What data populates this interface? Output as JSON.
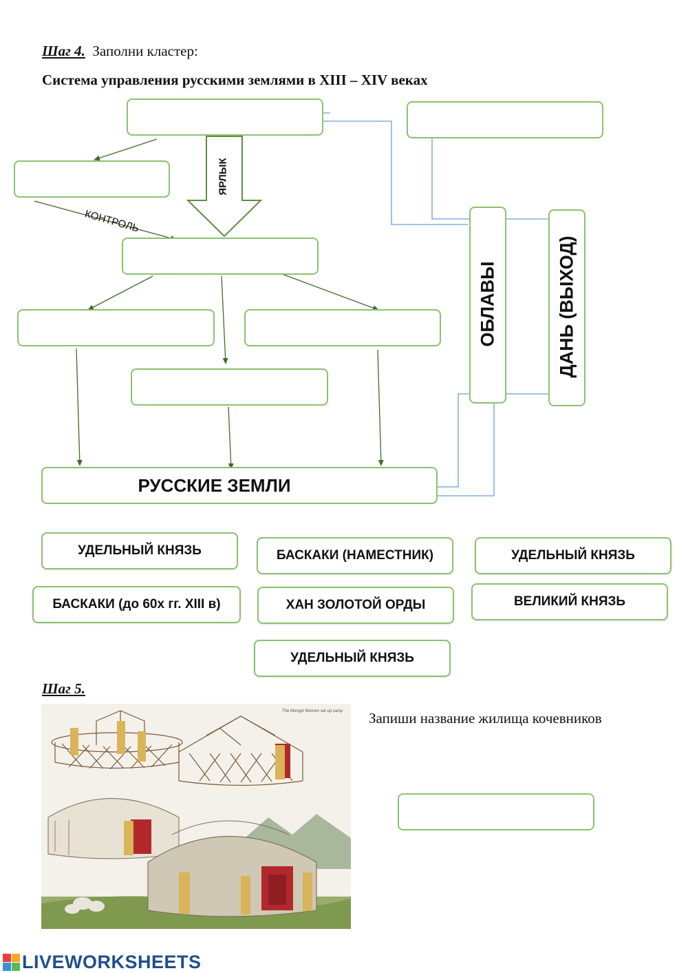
{
  "step4": {
    "label": "Шаг 4.",
    "text": "Заполни кластер:"
  },
  "title": "Система управления русскими землями в XIII – XIV веках",
  "cluster": {
    "arrow_yarlyk": "ЯРЛЫК",
    "arrow_kontrol": "КОНТРОЛЬ",
    "oblavy": "ОБЛАВЫ",
    "dan": "ДАНЬ (ВЫХОД)",
    "russian_lands": "РУССКИЕ ЗЕМЛИ"
  },
  "chips": [
    "УДЕЛЬНЫЙ КНЯЗЬ",
    "БАСКАКИ (НАМЕСТНИК)",
    "УДЕЛЬНЫЙ КНЯЗЬ",
    "БАСКАКИ (до 60х гг. XIII в)",
    "ХАН ЗОЛОТОЙ ОРДЫ",
    "ВЕЛИКИЙ КНЯЗЬ",
    "УДЕЛЬНЫЙ КНЯЗЬ"
  ],
  "step5": {
    "label": "Шаг 5.",
    "prompt": "Запиши название жилища кочевников"
  },
  "image_caption": "The Mongol Women set up camp",
  "footer": {
    "brand": "LIVEWORKSHEETS"
  },
  "colors": {
    "box_border": "#8cc16f",
    "green_arrow": "#3d6b2a",
    "blue_arrow": "#6a9fd6"
  }
}
